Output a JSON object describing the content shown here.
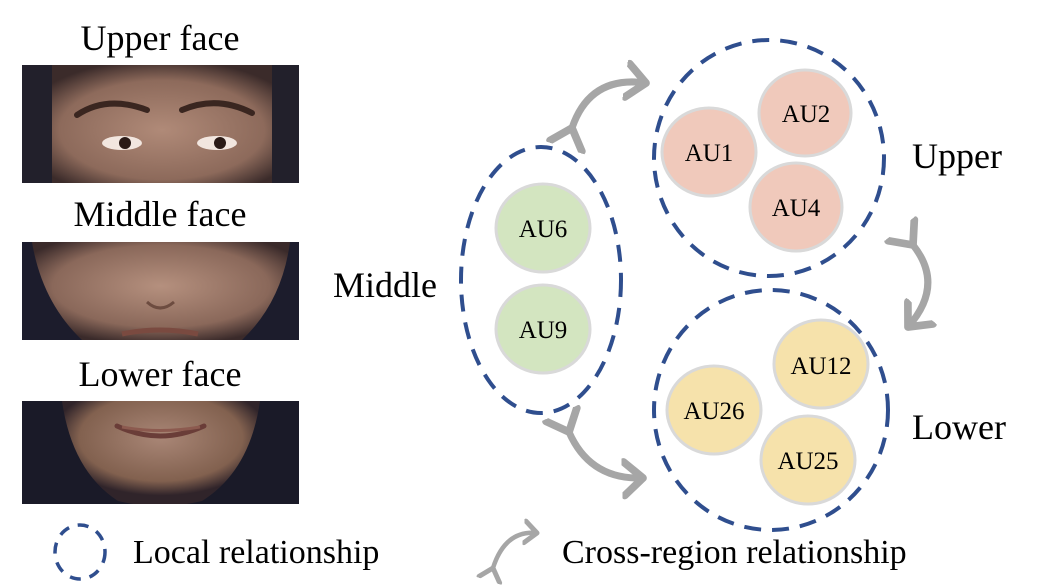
{
  "faces": [
    {
      "label": "Upper face",
      "region": "upper"
    },
    {
      "label": "Middle face",
      "region": "middle"
    },
    {
      "label": "Lower face",
      "region": "lower"
    }
  ],
  "regions": {
    "upper": {
      "label": "Upper",
      "units": [
        "AU1",
        "AU2",
        "AU4"
      ],
      "fill": "#f0c9bb"
    },
    "middle": {
      "label": "Middle",
      "units": [
        "AU6",
        "AU9"
      ],
      "fill": "#d3e5c0"
    },
    "lower": {
      "label": "Lower",
      "units": [
        "AU12",
        "AU26",
        "AU25"
      ],
      "fill": "#f6e2ab"
    }
  },
  "colors": {
    "dashed_outline": "#2f4e8e",
    "node_border": "#d9d9d9",
    "arrow": "#a6a6a6"
  },
  "legend": {
    "local": "Local relationship",
    "cross": "Cross-region relationship"
  }
}
